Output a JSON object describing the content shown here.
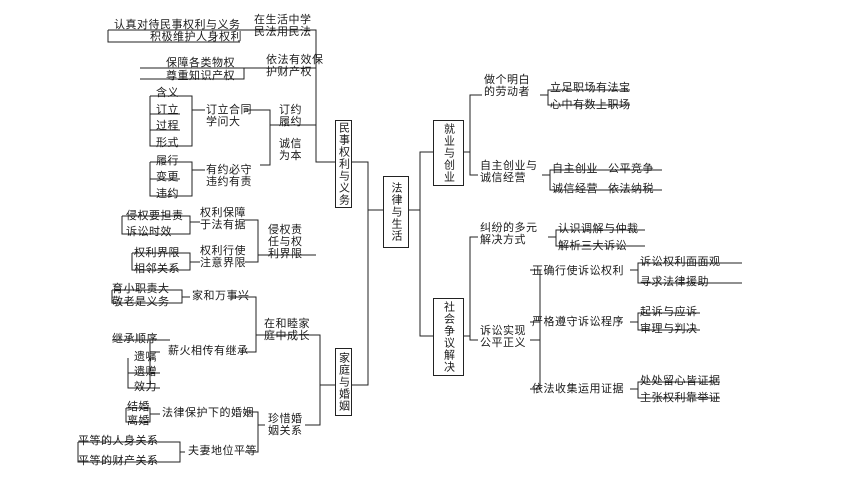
{
  "center": "法律与生活",
  "branch": {
    "civil_rights": "民事权利与义务",
    "family": "家庭与婚姻",
    "employment": "就业与创业",
    "dispute": "社会争议解决"
  },
  "left": {
    "l1": "认真对待民事权利与义务",
    "l2": "积极维护人身权利",
    "l3": "在生活中学\n民法用民法",
    "l4": "保障各类物权",
    "l5": "尊重知识产权",
    "l6": "依法有效保\n护财产权",
    "l7": "含义",
    "l8": "订立",
    "l9": "过程",
    "l10": "形式",
    "l11": "订立合同\n学问大",
    "l12": "订约\n履约",
    "l13": "诚信\n为本",
    "l14": "履行",
    "l15": "变更",
    "l16": "违约",
    "l17": "有约必守\n违约有责",
    "l18": "侵权要担责",
    "l19": "诉讼时效",
    "l20": "权利保障\n于法有据",
    "l21": "侵权责\n任与权\n利界限",
    "l22": "权利界限",
    "l23": "相邻关系",
    "l24": "权利行使\n注意界限",
    "l25": "育小职责大",
    "l26": "敬老是义务",
    "l27": "家和万事兴",
    "l28": "在和睦家\n庭中成长",
    "l29": "继承顺序",
    "l30": "遗嘱",
    "l31": "遗赠",
    "l32": "效力",
    "l33": "薪火相传有继承",
    "l34": "结婚",
    "l35": "离婚",
    "l36": "法律保护下的婚姻",
    "l37": "珍惜婚\n姻关系",
    "l38": "平等的人身关系",
    "l39": "平等的财产关系",
    "l40": "夫妻地位平等"
  },
  "right": {
    "r1": "做个明白\n的劳动者",
    "r2": "立足职场有法宝",
    "r3": "心中有数上职场",
    "r4": "自主创业与\n诚信经营",
    "r5": "自主创业",
    "r6": "公平竞争",
    "r7": "诚信经营",
    "r8": "依法纳税",
    "r9": "纠纷的多元\n解决方式",
    "r10": "认识调解与仲裁",
    "r11": "解析三大诉讼",
    "r12": "正确行使诉讼权利",
    "r13": "诉讼权利面面观",
    "r14": "寻求法律援助",
    "r15": "诉讼实现\n公平正义",
    "r16": "严格遵守诉讼程序",
    "r17": "起诉与应诉",
    "r18": "审理与判决",
    "r19": "依法收集运用证据",
    "r20": "处处留心皆证据",
    "r21": "主张权利靠举证"
  }
}
